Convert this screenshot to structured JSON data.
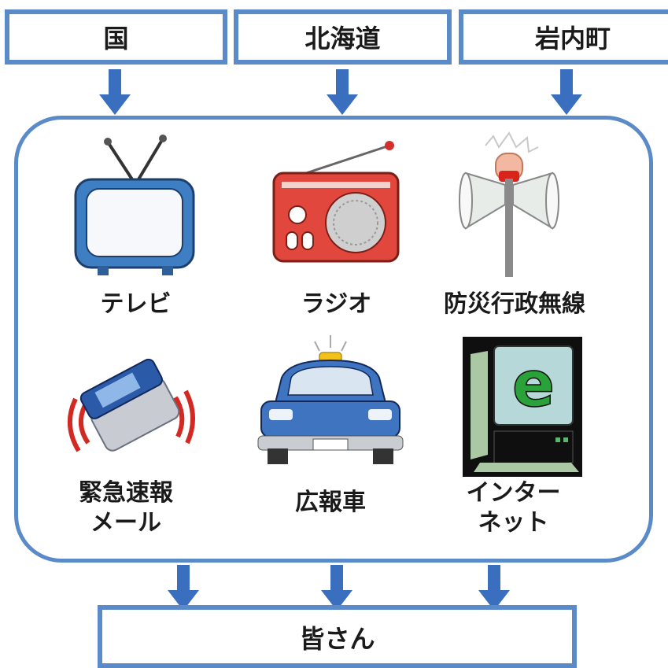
{
  "sources": [
    "国",
    "北海道",
    "岩内町"
  ],
  "media": [
    {
      "label": "テレビ",
      "icon": "tv-icon"
    },
    {
      "label": "ラジオ",
      "icon": "radio-icon"
    },
    {
      "label": "防災行政無線",
      "icon": "loudspeaker-icon"
    },
    {
      "label": "緊急速報\nメール",
      "icon": "mobile-phone-icon"
    },
    {
      "label": "広報車",
      "icon": "patrol-car-icon"
    },
    {
      "label": "インター\nネット",
      "icon": "internet-computer-icon"
    }
  ],
  "audience": "皆さん",
  "colors": {
    "border": "#5b8ac9",
    "arrow": "#3a6fbf"
  }
}
